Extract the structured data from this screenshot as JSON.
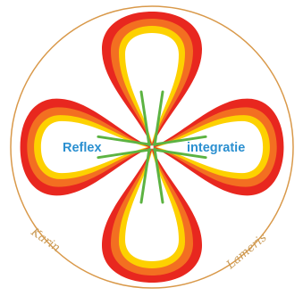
{
  "logo": {
    "word_left": "Reflex",
    "word_right": "integratie",
    "signature_left": "Karin",
    "signature_right": "Lameris",
    "colors": {
      "ring": "#d9994a",
      "petal_outer": "#e8271f",
      "petal_mid": "#f36f21",
      "petal_inner": "#fdd100",
      "stem": "#5cb342",
      "text": "#2a8fd0",
      "signature": "#c99a55",
      "background": "#ffffff"
    }
  }
}
